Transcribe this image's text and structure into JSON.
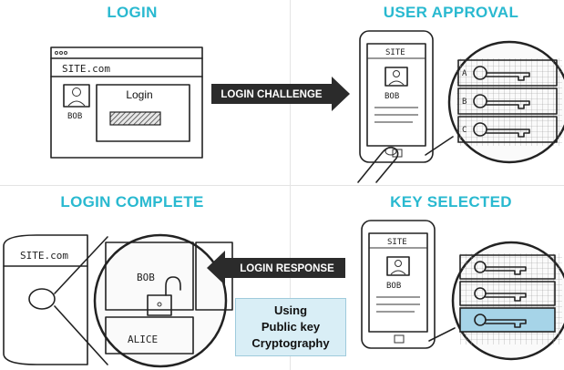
{
  "panels": {
    "login": {
      "title": "LOGIN",
      "site_label": "SITE.com",
      "user_label": "BOB",
      "box_label": "Login"
    },
    "user_approval": {
      "title": "USER APPROVAL",
      "site_label": "SITE",
      "user_label": "BOB",
      "key_letters": [
        "A",
        "B",
        "C"
      ]
    },
    "login_complete": {
      "title": "LOGIN COMPLETE",
      "site_label": "SITE.com",
      "user_label": "BOB",
      "other_user_label": "ALICE"
    },
    "key_selected": {
      "title": "KEY SELECTED",
      "site_label": "SITE",
      "user_label": "BOB"
    }
  },
  "arrows": {
    "login_challenge": "LOGIN CHALLENGE",
    "login_response": "LOGIN RESPONSE"
  },
  "crypto_note": [
    "Using",
    "Public key",
    "Cryptography"
  ],
  "colors": {
    "title": "#29b9d0",
    "arrow": "#2b2b2b",
    "highlight": "#a6d4e8",
    "note_bg": "#d9eef6"
  }
}
